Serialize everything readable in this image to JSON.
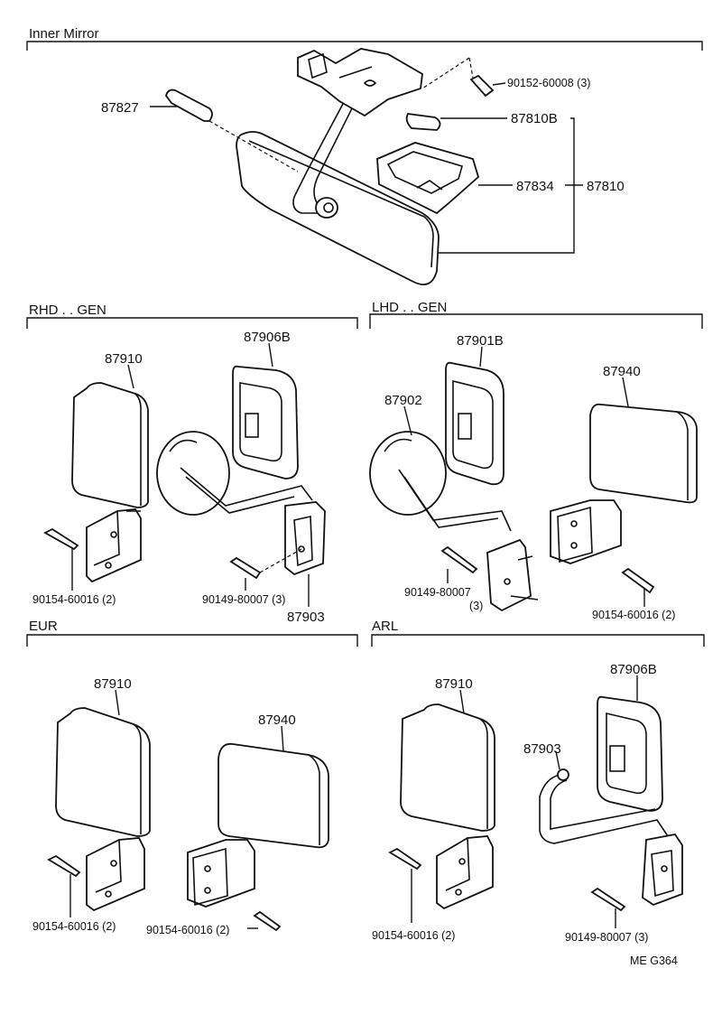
{
  "sections": {
    "inner_mirror": "Inner Mirror",
    "rhd_gen": "RHD . . GEN",
    "lhd_gen": "LHD . . GEN",
    "eur": "EUR",
    "arl": "ARL"
  },
  "inner_mirror": {
    "p87827": "87827",
    "p90152": "90152-60008 (3)",
    "p87810B": "87810B",
    "p87834": "87834",
    "p87810": "87810"
  },
  "rhd": {
    "p87910": "87910",
    "p87906B": "87906B",
    "p90154": "90154-60016 (2)",
    "p90149": "90149-80007 (3)",
    "p87903": "87903"
  },
  "lhd": {
    "p87901B": "87901B",
    "p87902": "87902",
    "p87940": "87940",
    "p90149": "90149-80007",
    "p90149_qty": "(3)",
    "p90154": "90154-60016 (2)"
  },
  "eur": {
    "p87910": "87910",
    "p87940": "87940",
    "p90154_a": "90154-60016 (2)",
    "p90154_b": "90154-60016 (2)"
  },
  "arl": {
    "p87910": "87910",
    "p87906B": "87906B",
    "p87903": "87903",
    "p90154": "90154-60016 (2)",
    "p90149": "90149-80007 (3)"
  },
  "footer": {
    "code": "ME  G364"
  }
}
